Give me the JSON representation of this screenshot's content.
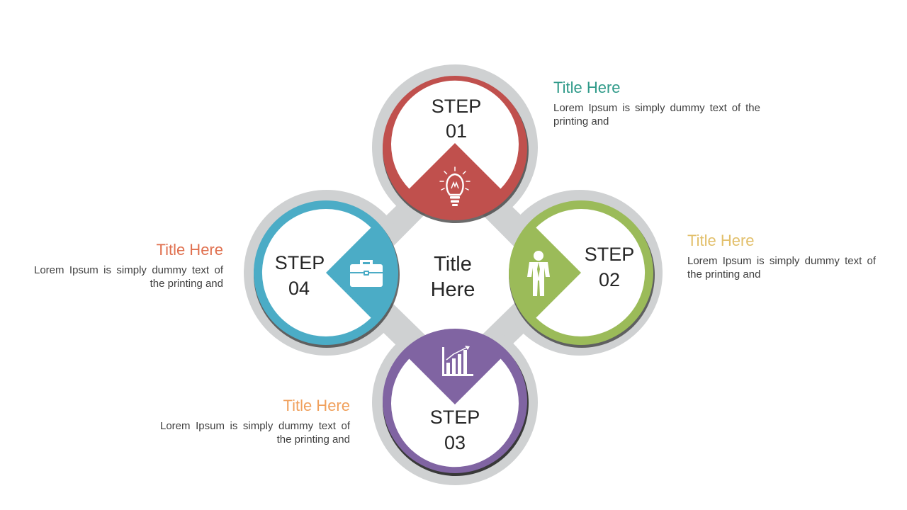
{
  "center": {
    "line1": "Title",
    "line2": "Here"
  },
  "steps": [
    {
      "word": "STEP",
      "number": "01",
      "icon": "lightbulb-icon",
      "color": "#c0504d",
      "title": "Title Here",
      "title_color": "#2f9a89",
      "description": "Lorem Ipsum is simply dummy text of the printing and"
    },
    {
      "word": "STEP",
      "number": "02",
      "icon": "businessman-icon",
      "color": "#9bbb59",
      "title": "Title Here",
      "title_color": "#e2bf6a",
      "description": "Lorem Ipsum is simply dummy text of the printing and"
    },
    {
      "word": "STEP",
      "number": "03",
      "icon": "bar-chart-icon",
      "color": "#8064a2",
      "title": "Title Here",
      "title_color": "#f0a05c",
      "description": "Lorem Ipsum is simply dummy text of the printing and"
    },
    {
      "word": "STEP",
      "number": "04",
      "icon": "briefcase-icon",
      "color": "#4bacc6",
      "title": "Title Here",
      "title_color": "#e0704f",
      "description": "Lorem Ipsum is simply dummy text of the printing and"
    }
  ],
  "ring_color": "#cfd1d2"
}
